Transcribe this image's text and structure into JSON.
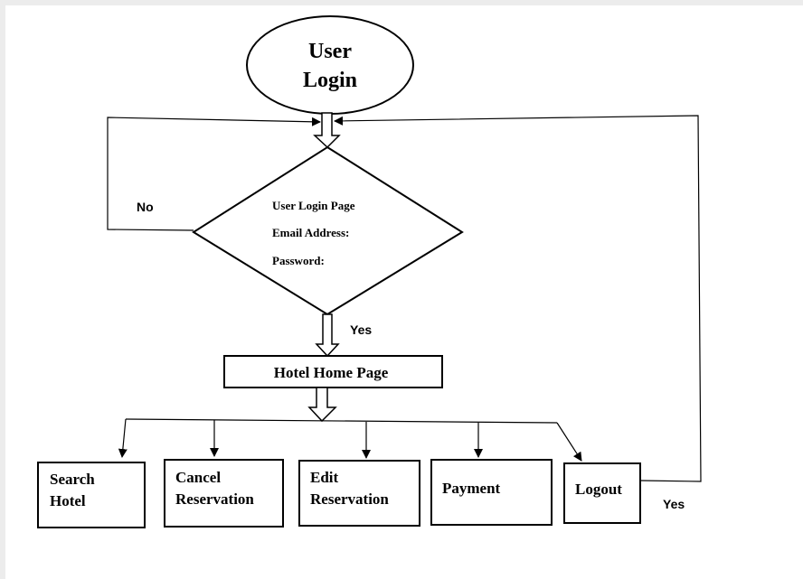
{
  "start": {
    "line1": "User",
    "line2": "Login"
  },
  "decision": {
    "title": "User Login Page",
    "email_label": "Email Address:",
    "password_label": "Password:"
  },
  "edges": {
    "no": "No",
    "yes": "Yes",
    "logout_yes": "Yes"
  },
  "home": {
    "label": "Hotel Home Page"
  },
  "actions": {
    "search": {
      "line1": "Search",
      "line2": "Hotel"
    },
    "cancel": {
      "line1": "Cancel",
      "line2": "Reservation"
    },
    "edit": {
      "line1": "Edit",
      "line2": "Reservation"
    },
    "payment": {
      "line1": "Payment"
    },
    "logout": {
      "line1": "Logout"
    }
  }
}
